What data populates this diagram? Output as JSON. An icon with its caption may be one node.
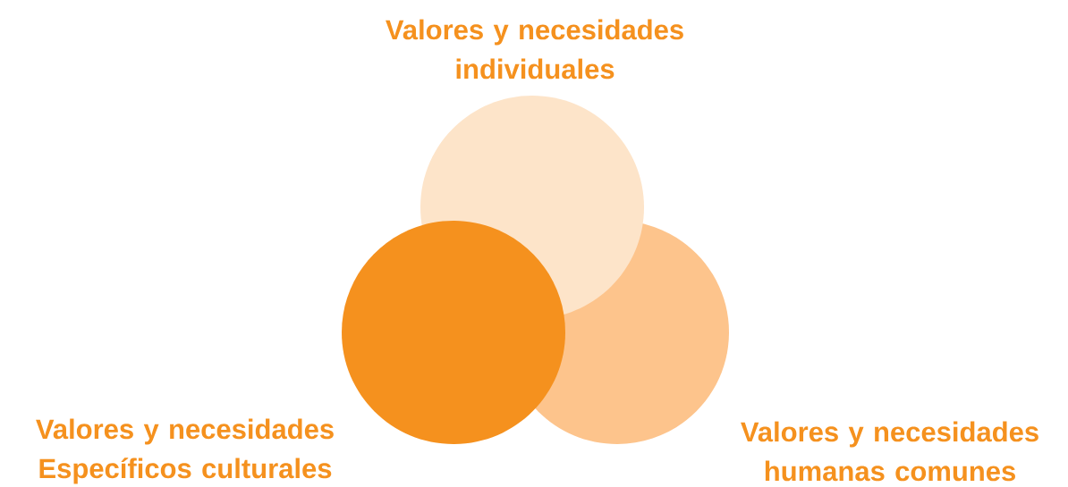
{
  "diagram": {
    "nodes": [
      {
        "text": [
          "Valores y necesidades individuales"
        ]
      },
      {
        "text": [
          "Valores y necesidades humanas comunes"
        ]
      },
      {
        "text": [
          "Valores y necesidades Específicos culturales"
        ]
      }
    ]
  }
}
